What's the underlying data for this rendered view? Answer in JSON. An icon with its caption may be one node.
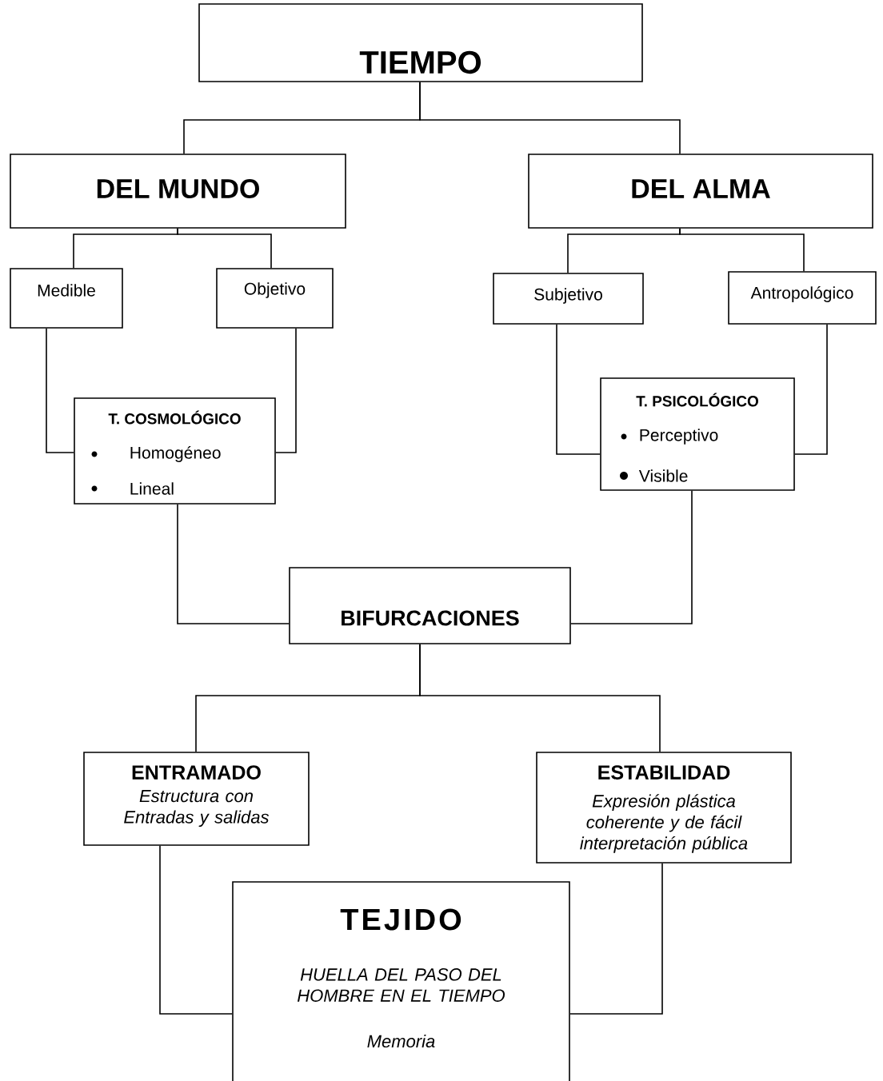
{
  "diagram": {
    "nodes": [
      {
        "text": [
          "TIEMPO"
        ]
      },
      {
        "text": [
          "DEL  MUNDO"
        ]
      },
      {
        "text": [
          "DEL  ALMA"
        ]
      },
      {
        "text": [
          "Medible"
        ]
      },
      {
        "text": [
          "Objetivo"
        ]
      },
      {
        "text": [
          "Subjetivo"
        ]
      },
      {
        "text": [
          "Antropológico"
        ]
      },
      {
        "text": [
          "T. COSMOLÓGICO",
          "Homogéneo",
          "Lineal"
        ]
      },
      {
        "text": [
          "T. PSICOLÓGICO",
          "Perceptivo",
          "Visible"
        ]
      },
      {
        "text": [
          "BIFURCACIONES"
        ]
      },
      {
        "text": [
          "ENTRAMADO",
          "Estructura con Entradas y salidas"
        ]
      },
      {
        "text": [
          "ESTABILIDAD",
          "Expresión plástica coherente y de fácil interpretación pública"
        ]
      },
      {
        "text": [
          "TEJIDO",
          "HUELLA DEL PASO DEL HOMBRE EN EL TIEMPO",
          "Memoria"
        ]
      }
    ],
    "edges": [
      {
        "from": 0,
        "to": 1,
        "arrow": "none"
      },
      {
        "from": 0,
        "to": 2,
        "arrow": "none"
      },
      {
        "from": 1,
        "to": 3,
        "arrow": "none"
      },
      {
        "from": 1,
        "to": 4,
        "arrow": "none"
      },
      {
        "from": 2,
        "to": 5,
        "arrow": "none"
      },
      {
        "from": 2,
        "to": 6,
        "arrow": "none"
      },
      {
        "from": 3,
        "to": 7,
        "arrow": "none"
      },
      {
        "from": 4,
        "to": 7,
        "arrow": "none"
      },
      {
        "from": 5,
        "to": 8,
        "arrow": "none"
      },
      {
        "from": 6,
        "to": 8,
        "arrow": "none"
      },
      {
        "from": 7,
        "to": 9,
        "arrow": "none"
      },
      {
        "from": 8,
        "to": 9,
        "arrow": "none"
      },
      {
        "from": 9,
        "to": 10,
        "arrow": "none"
      },
      {
        "from": 9,
        "to": 11,
        "arrow": "none"
      },
      {
        "from": 10,
        "to": 12,
        "arrow": "none"
      },
      {
        "from": 11,
        "to": 12,
        "arrow": "none"
      }
    ]
  }
}
